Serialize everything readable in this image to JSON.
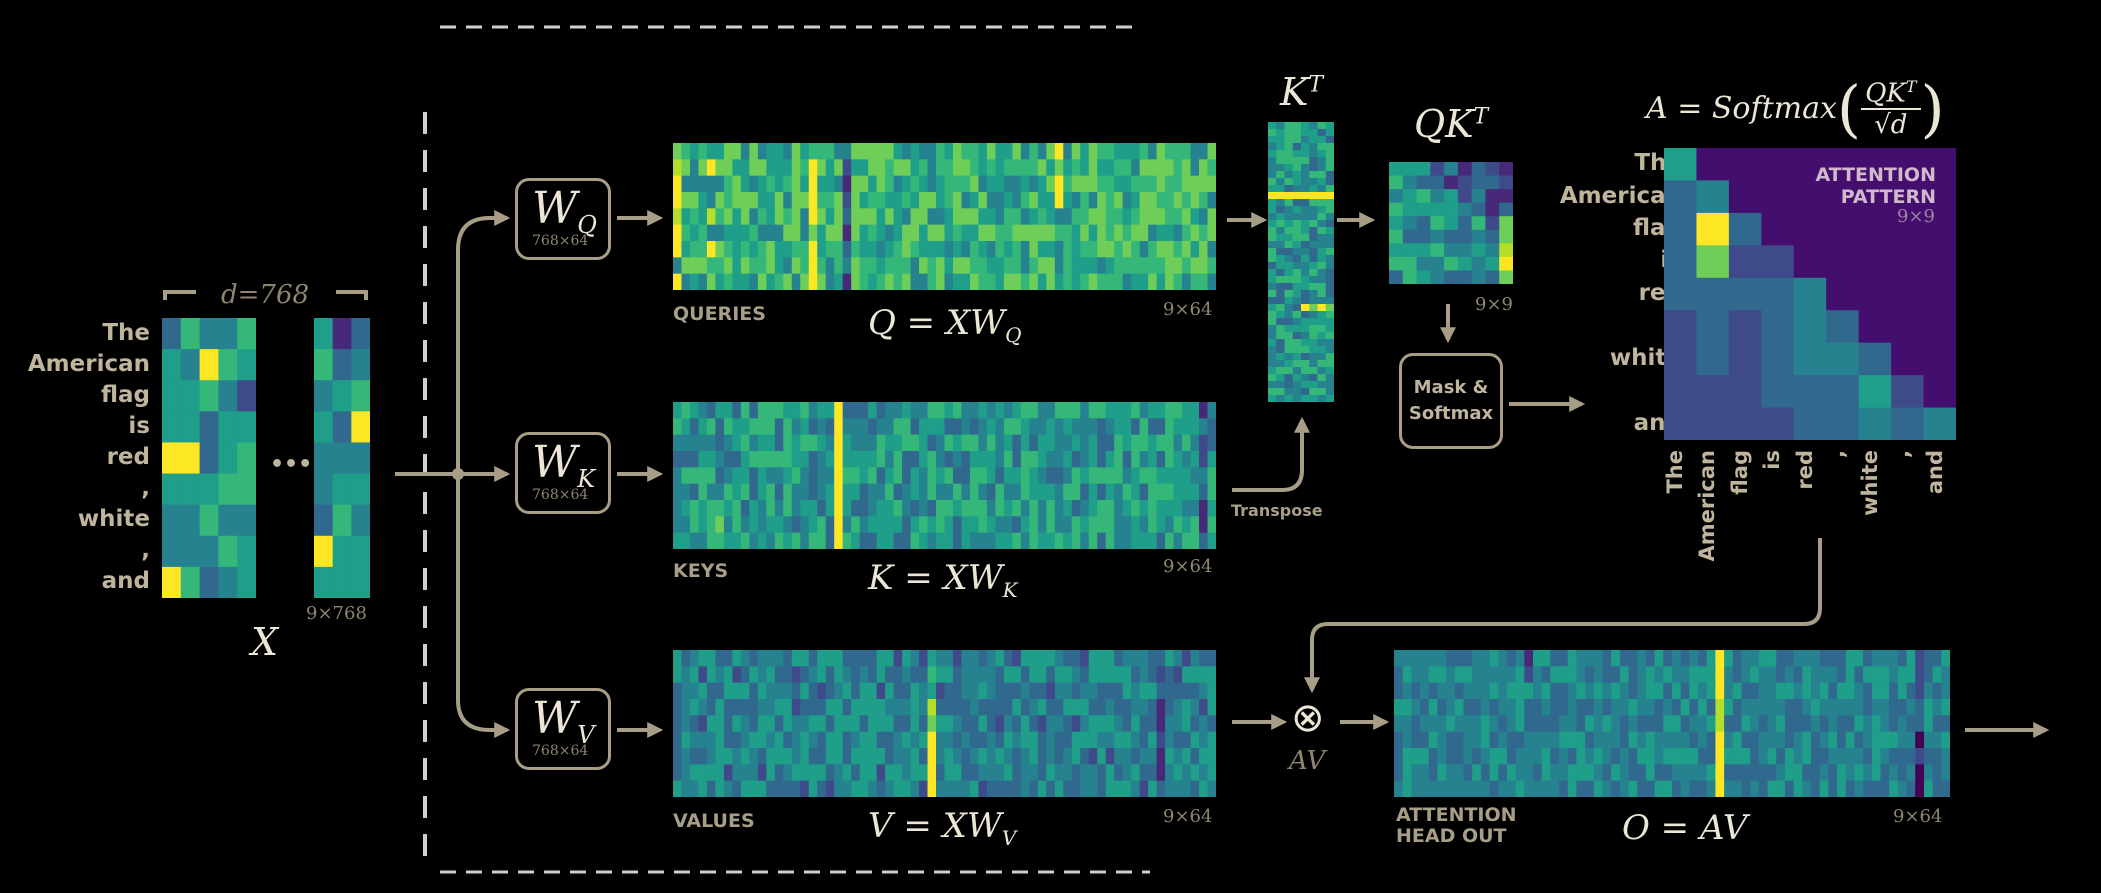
{
  "tokens": [
    "The",
    "American",
    "flag",
    "is",
    "red",
    ",",
    "white",
    ",",
    "and"
  ],
  "input": {
    "dim_label": "d=768",
    "ellipsis": "•••",
    "shape": "9×768",
    "name": "X"
  },
  "weights": [
    {
      "key": "q",
      "symbol": "W",
      "sub": "Q",
      "shape": "768×64"
    },
    {
      "key": "k",
      "symbol": "W",
      "sub": "K",
      "shape": "768×64"
    },
    {
      "key": "v",
      "symbol": "W",
      "sub": "V",
      "shape": "768×64"
    }
  ],
  "projections": [
    {
      "key": "q",
      "caption": "QUERIES",
      "formula": "Q = XW",
      "formula_sub": "Q",
      "shape": "9×64"
    },
    {
      "key": "k",
      "caption": "KEYS",
      "formula": "K = XW",
      "formula_sub": "K",
      "shape": "9×64"
    },
    {
      "key": "v",
      "caption": "VALUES",
      "formula": "V = XW",
      "formula_sub": "V",
      "shape": "9×64"
    }
  ],
  "transpose": {
    "label": "K",
    "sup": "T",
    "caption": "Transpose"
  },
  "scores": {
    "label": "QK",
    "sup": "T",
    "shape": "9×9"
  },
  "mask_button": {
    "line1": "Mask &",
    "line2": "Softmax"
  },
  "attention": {
    "formula_lhs": "A = Softmax",
    "formula_num": "QK",
    "formula_num_sup": "T",
    "formula_den": "√d",
    "title_line1": "ATTENTION",
    "title_line2": "PATTERN",
    "shape": "9×9"
  },
  "multiply": {
    "symbol": "⊗",
    "label": "AV"
  },
  "output": {
    "caption_line1": "ATTENTION",
    "caption_line2": "HEAD OUT",
    "formula": "O = AV",
    "shape": "9×64"
  },
  "colors": {
    "background": "#000000",
    "line": "#a89e87",
    "text": "#bfb49c",
    "math": "#ece6d6",
    "attention_bg": "#440e6e",
    "viridis_low": "#3b2a84",
    "viridis_mid": "#21918c",
    "viridis_high": "#fde725"
  }
}
